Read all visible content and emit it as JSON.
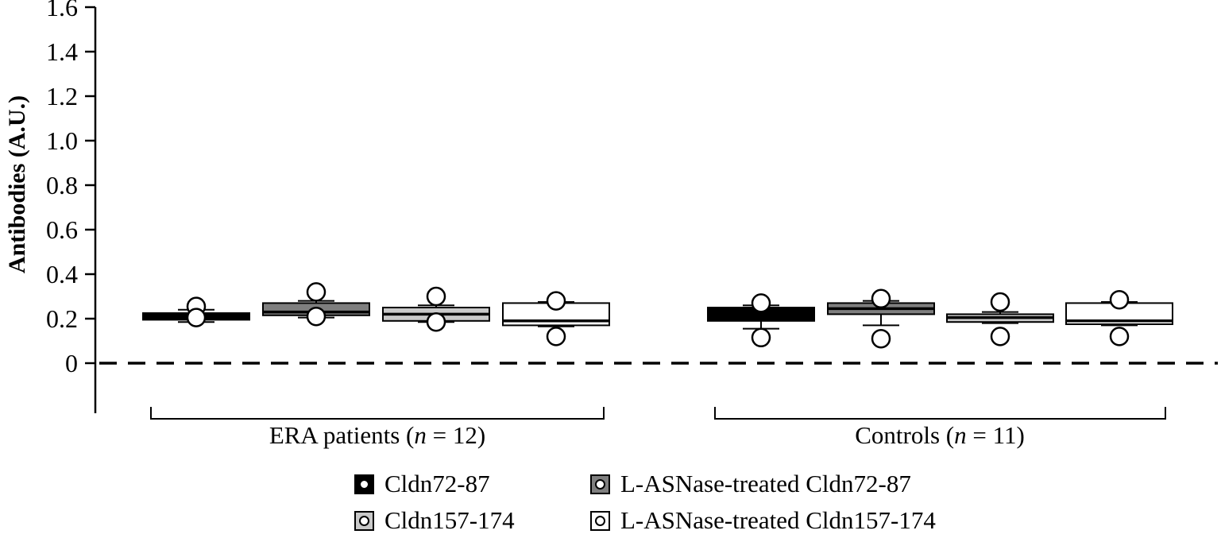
{
  "chart_data": {
    "type": "boxplot",
    "title": "",
    "ylabel": "Antibodies (A.U.)",
    "ylim": [
      -0.22,
      1.6
    ],
    "grid": false,
    "zero_line": "dashed",
    "legend_position": "bottom",
    "yticks": [
      {
        "v": 0.0,
        "label": "0"
      },
      {
        "v": 0.2,
        "label": "0.2"
      },
      {
        "v": 0.4,
        "label": "0.4"
      },
      {
        "v": 0.6,
        "label": "0.6"
      },
      {
        "v": 0.8,
        "label": "0.8"
      },
      {
        "v": 1.0,
        "label": "1.0"
      },
      {
        "v": 1.2,
        "label": "1.2"
      },
      {
        "v": 1.4,
        "label": "1.4"
      },
      {
        "v": 1.6,
        "label": "1.6"
      }
    ],
    "series": [
      {
        "name": "Cldn72-87",
        "fill": "#000000"
      },
      {
        "name": "L-ASNase-treated Cldn72-87",
        "fill": "#7f7f7f"
      },
      {
        "name": "Cldn157-174",
        "fill": "#c9c9c9"
      },
      {
        "name": "L-ASNase-treated Cldn157-174",
        "fill": "#ffffff"
      }
    ],
    "groups": [
      {
        "label_parts": [
          "ERA patients (",
          "n",
          " = 12)"
        ],
        "boxes": [
          {
            "series": 0,
            "whisker_low": 0.185,
            "q1": 0.195,
            "median": 0.215,
            "q3": 0.225,
            "whisker_high": 0.24,
            "outlier_high": 0.255,
            "outlier_low": 0.205
          },
          {
            "series": 1,
            "whisker_low": 0.205,
            "q1": 0.215,
            "median": 0.23,
            "q3": 0.27,
            "whisker_high": 0.28,
            "outlier_high": 0.32,
            "outlier_low": 0.21
          },
          {
            "series": 2,
            "whisker_low": 0.185,
            "q1": 0.19,
            "median": 0.22,
            "q3": 0.25,
            "whisker_high": 0.26,
            "outlier_high": 0.3,
            "outlier_low": 0.185
          },
          {
            "series": 3,
            "whisker_low": 0.165,
            "q1": 0.17,
            "median": 0.19,
            "q3": 0.27,
            "whisker_high": 0.275,
            "outlier_high": 0.28,
            "outlier_low": 0.12
          }
        ]
      },
      {
        "label_parts": [
          "Controls (",
          "n",
          " = 11)"
        ],
        "boxes": [
          {
            "series": 0,
            "whisker_low": 0.155,
            "q1": 0.19,
            "median": 0.22,
            "q3": 0.25,
            "whisker_high": 0.26,
            "outlier_high": 0.27,
            "outlier_low": 0.115
          },
          {
            "series": 1,
            "whisker_low": 0.17,
            "q1": 0.22,
            "median": 0.245,
            "q3": 0.27,
            "whisker_high": 0.28,
            "outlier_high": 0.29,
            "outlier_low": 0.11
          },
          {
            "series": 2,
            "whisker_low": 0.18,
            "q1": 0.185,
            "median": 0.205,
            "q3": 0.22,
            "whisker_high": 0.23,
            "outlier_high": 0.275,
            "outlier_low": 0.12
          },
          {
            "series": 3,
            "whisker_low": 0.17,
            "q1": 0.175,
            "median": 0.19,
            "q3": 0.27,
            "whisker_high": 0.275,
            "outlier_high": 0.285,
            "outlier_low": 0.12
          }
        ]
      }
    ]
  }
}
